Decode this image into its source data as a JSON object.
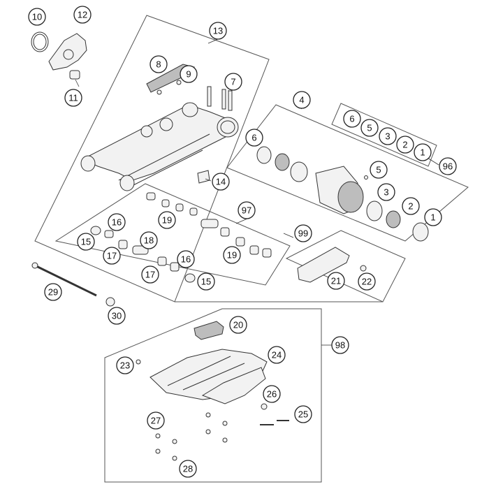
{
  "callouts": {
    "c10": "10",
    "c12": "12",
    "c13": "13",
    "c11": "11",
    "c8": "8",
    "c9": "9",
    "c7": "7",
    "c4": "4",
    "c96_6": "6",
    "c96_5": "5",
    "c96_3": "3",
    "c96_2": "2",
    "c96_1": "1",
    "c96": "96",
    "c6": "6",
    "c5": "5",
    "c3": "3",
    "c2": "2",
    "c1": "1",
    "c14": "14",
    "c97": "97",
    "c16a": "16",
    "c19a": "19",
    "c15a": "15",
    "c17a": "17",
    "c18": "18",
    "c16b": "16",
    "c19b": "19",
    "c17b": "17",
    "c15b": "15",
    "c99": "99",
    "c21": "21",
    "c22": "22",
    "c29": "29",
    "c30": "30",
    "c20": "20",
    "c98": "98",
    "c24": "24",
    "c23": "23",
    "c26": "26",
    "c25": "25",
    "c27": "27",
    "c28": "28"
  }
}
